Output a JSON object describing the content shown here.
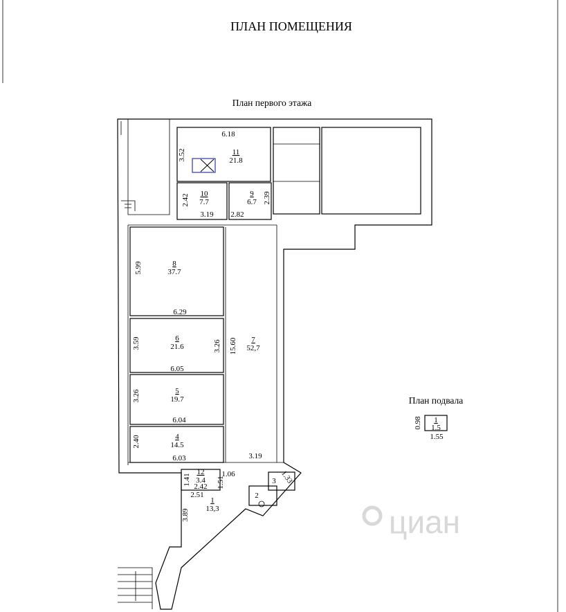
{
  "page_title": "ПЛАН ПОМЕЩЕНИЯ",
  "floor_plan": {
    "title": "План первого этажа",
    "rooms": [
      {
        "id": "11",
        "area": "21.8"
      },
      {
        "id": "10",
        "area": "7.7"
      },
      {
        "id": "9",
        "area": "6.7"
      },
      {
        "id": "8",
        "area": "37.7"
      },
      {
        "id": "7",
        "area": "52,7"
      },
      {
        "id": "6",
        "area": "21.6"
      },
      {
        "id": "5",
        "area": "19.7"
      },
      {
        "id": "4",
        "area": "14.5"
      },
      {
        "id": "12",
        "area": "3.4"
      },
      {
        "id": "1",
        "area": "13,3"
      },
      {
        "id": "2",
        "area": ""
      },
      {
        "id": "3",
        "area": ""
      }
    ],
    "dimensions": [
      "6.18",
      "3.52",
      "2.42",
      "3.19",
      "2.82",
      "2.39",
      "5.99",
      "6.29",
      "3.59",
      "6.05",
      "3.26",
      "3.26",
      "15.60",
      "6.04",
      "2.40",
      "6.03",
      "3.19",
      "1.41",
      "1.06",
      "1.51",
      "2.42",
      "2.51",
      "3.89",
      "1.33"
    ]
  },
  "basement_plan": {
    "title": "План подвала",
    "room": {
      "id": "1",
      "area": "1.5"
    },
    "dimensions": [
      "0.98",
      "1.55"
    ]
  },
  "watermark": "циан"
}
